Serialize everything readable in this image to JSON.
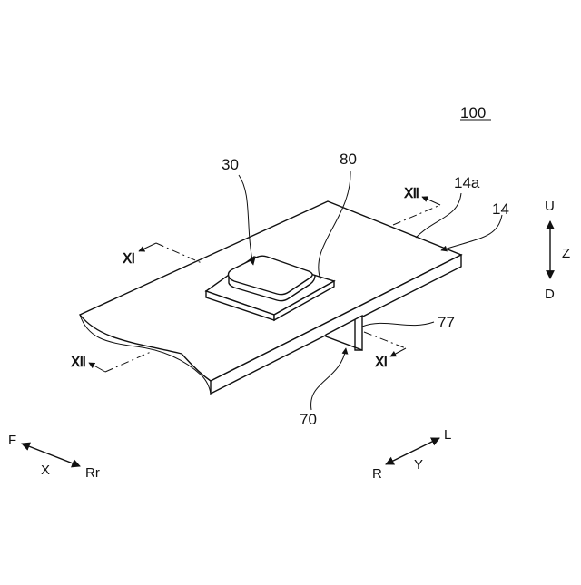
{
  "figure": {
    "ref_main": "100",
    "ref_30": "30",
    "ref_80": "80",
    "ref_14a": "14a",
    "ref_14": "14",
    "ref_77": "77",
    "ref_70": "70",
    "section_xii": "Ⅻ",
    "section_xi": "Ⅺ"
  },
  "axes": {
    "up": "U",
    "down": "D",
    "vertical": "Z",
    "front": "F",
    "rear": "Rr",
    "longitudinal": "X",
    "left": "L",
    "right": "R",
    "lateral": "Y"
  }
}
